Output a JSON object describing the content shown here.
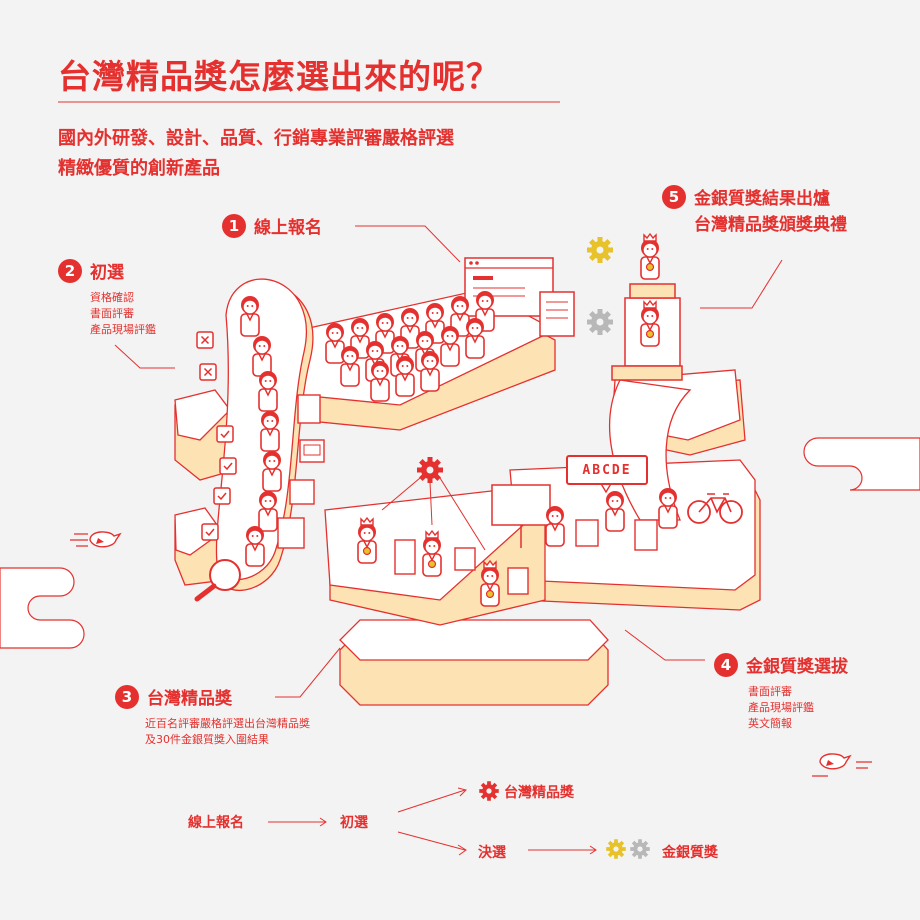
{
  "title": "台灣精品獎怎麼選出來的呢？",
  "subtitle": [
    "國內外研發、設計、品質、行銷專業評審嚴格評選",
    "精緻優質的創新產品"
  ],
  "steps": [
    {
      "num": "1",
      "label": "線上報名",
      "details": []
    },
    {
      "num": "2",
      "label": "初選",
      "details": [
        "資格確認",
        "書面評審",
        "產品現場評鑑"
      ]
    },
    {
      "num": "3",
      "label": "台灣精品獎",
      "details": [
        "近百名評審嚴格評選出台灣精品獎",
        "及30件金銀質獎入圍結果"
      ]
    },
    {
      "num": "4",
      "label": "金銀質獎選拔",
      "details": [
        "書面評審",
        "產品現場評鑑",
        "英文簡報"
      ]
    },
    {
      "num": "5",
      "label": "金銀質獎結果出爐",
      "label2": "台灣精品獎頒獎典禮",
      "details": []
    }
  ],
  "sign_text": "ABCDE",
  "flow": {
    "register": "線上報名",
    "preliminary": "初選",
    "award": "台灣精品獎",
    "final": "決選",
    "gold_silver": "金銀質獎"
  },
  "colors": {
    "accent": "#e4312f",
    "gold": "#e8c22a",
    "silver": "#b8b8b8",
    "platform_top": "#ffffff",
    "platform_side": "#fde3b3",
    "background": "#f3f3f3"
  }
}
